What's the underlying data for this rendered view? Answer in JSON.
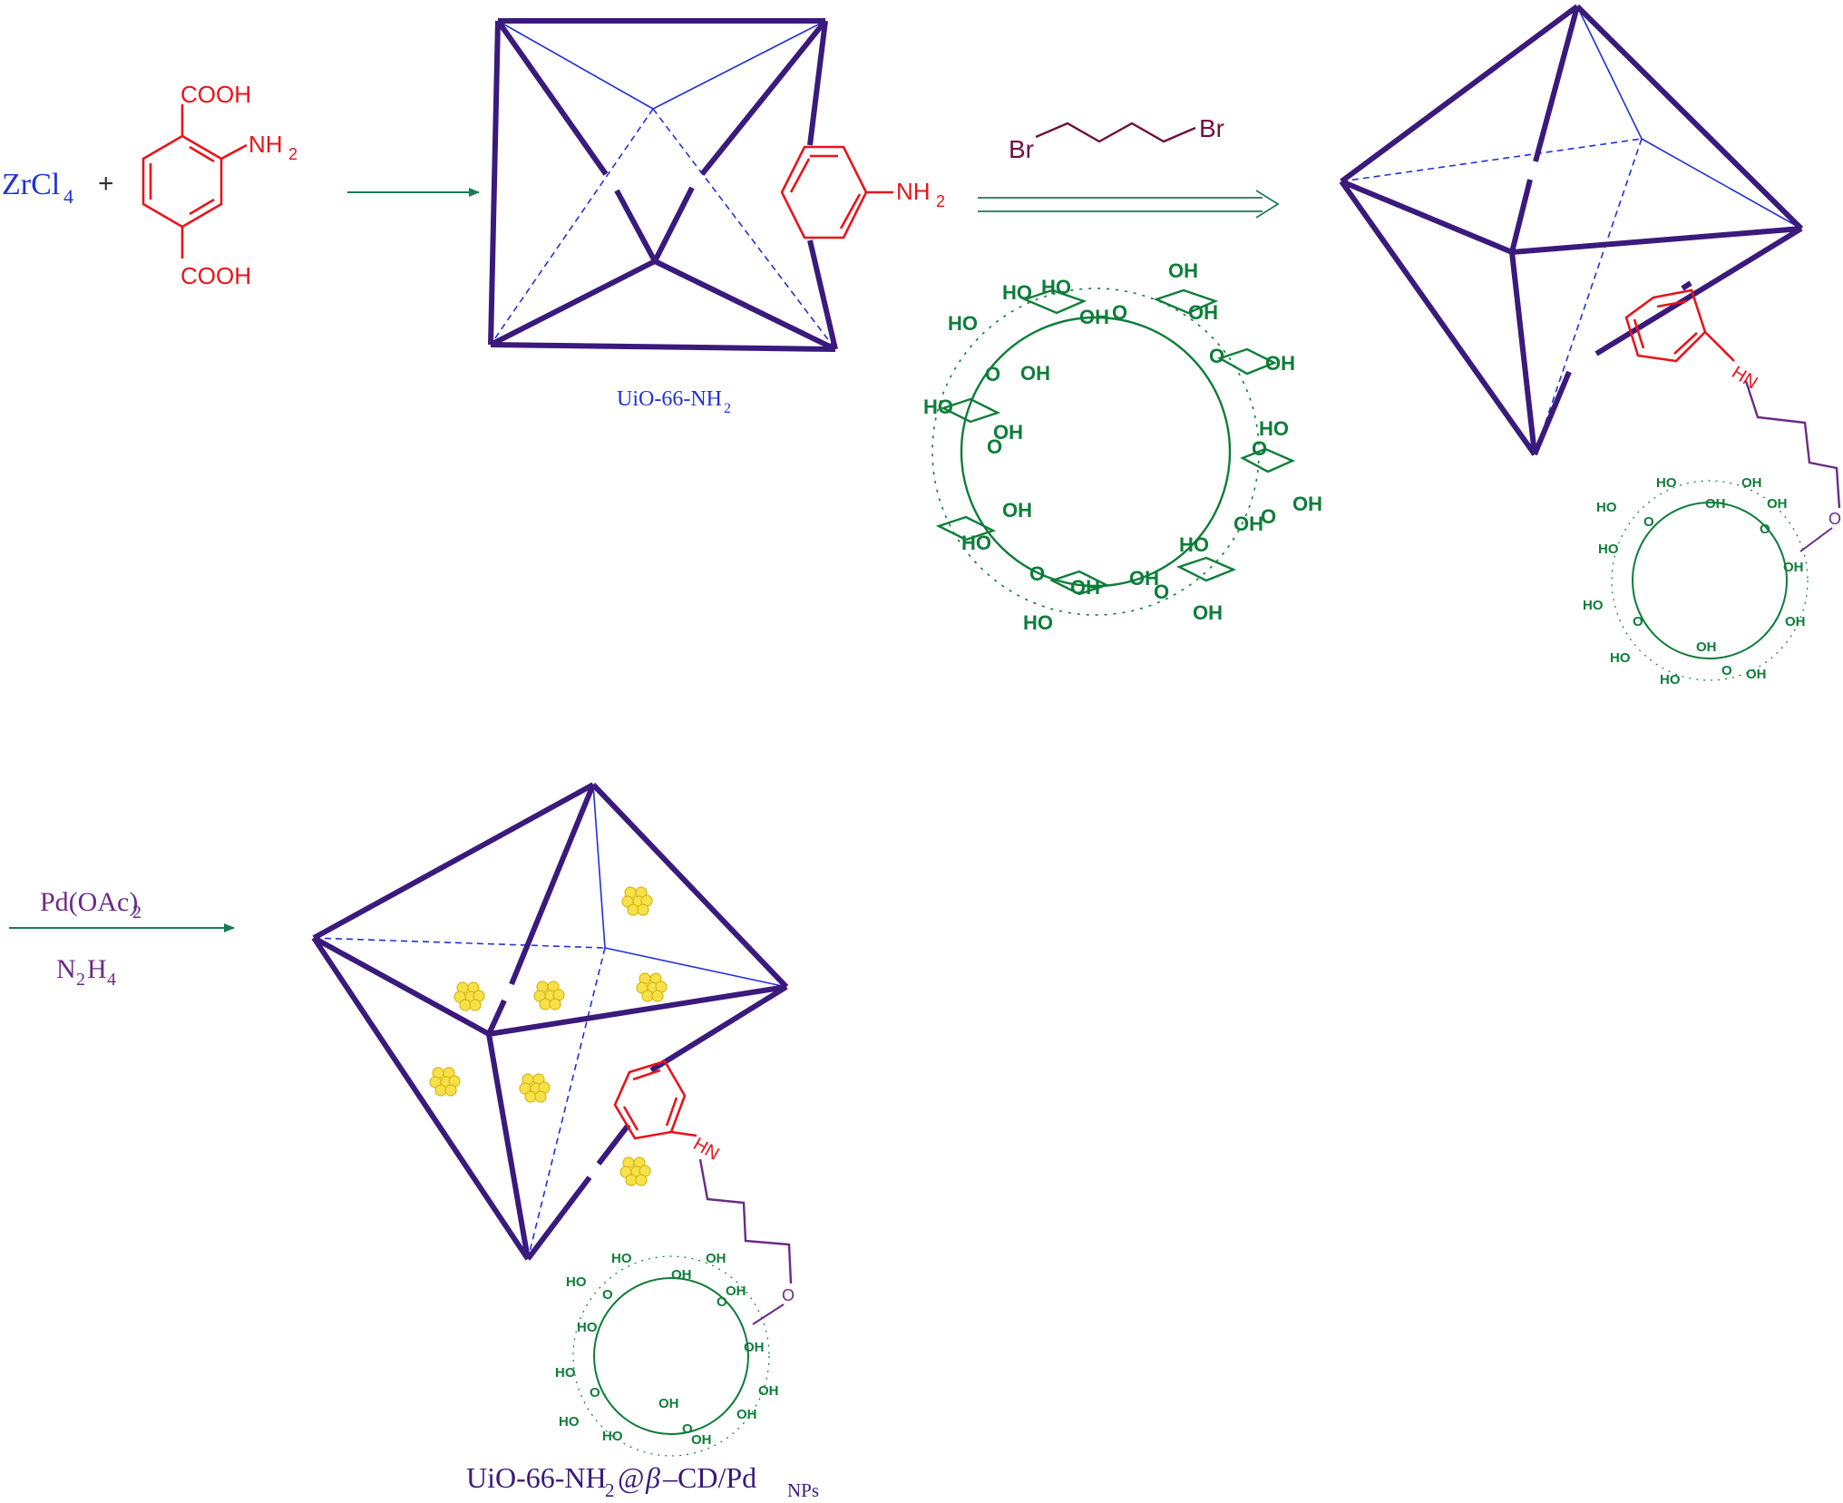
{
  "colors": {
    "octahedron": "#3a1a7c",
    "hidden_edge": "#2330d9",
    "linker": "#e8141b",
    "reagent_blue": "#2230d8",
    "cd_green": "#0e7d3a",
    "chain_purple": "#6a2b85",
    "dibromo": "#6e1040",
    "arrow": "#1a7a55",
    "pd": "#f2d228"
  },
  "step1": {
    "zrcl4_main": "ZrCl",
    "zrcl4_sub": "4",
    "plus": "+",
    "cooh_top": "COOH",
    "cooh_bottom": "COOH",
    "nh2_main": "NH",
    "nh2_sub": "2"
  },
  "uio66": {
    "linker_nh2_main": "NH",
    "linker_nh2_sub": "2",
    "label_main": "UiO-66-NH",
    "label_sub": "2"
  },
  "step2": {
    "br_left": "Br",
    "br_right": "Br"
  },
  "cyclodextrin": {
    "oh": "OH",
    "ho": "HO",
    "o": "O"
  },
  "product1": {
    "hn": "HN",
    "o_link": "O"
  },
  "step3": {
    "reagent_top_main": "Pd(OAc)",
    "reagent_top_sub": "2",
    "reagent_bottom_n": "N",
    "reagent_bottom_sub1": "2",
    "reagent_bottom_h": "H",
    "reagent_bottom_sub2": "4"
  },
  "final_product": {
    "hn": "HN",
    "label_a": "UiO-66-NH",
    "label_sub": "2",
    "label_b": "@",
    "label_beta": "β",
    "label_c": "–CD/Pd",
    "label_sub2": "NPs"
  }
}
